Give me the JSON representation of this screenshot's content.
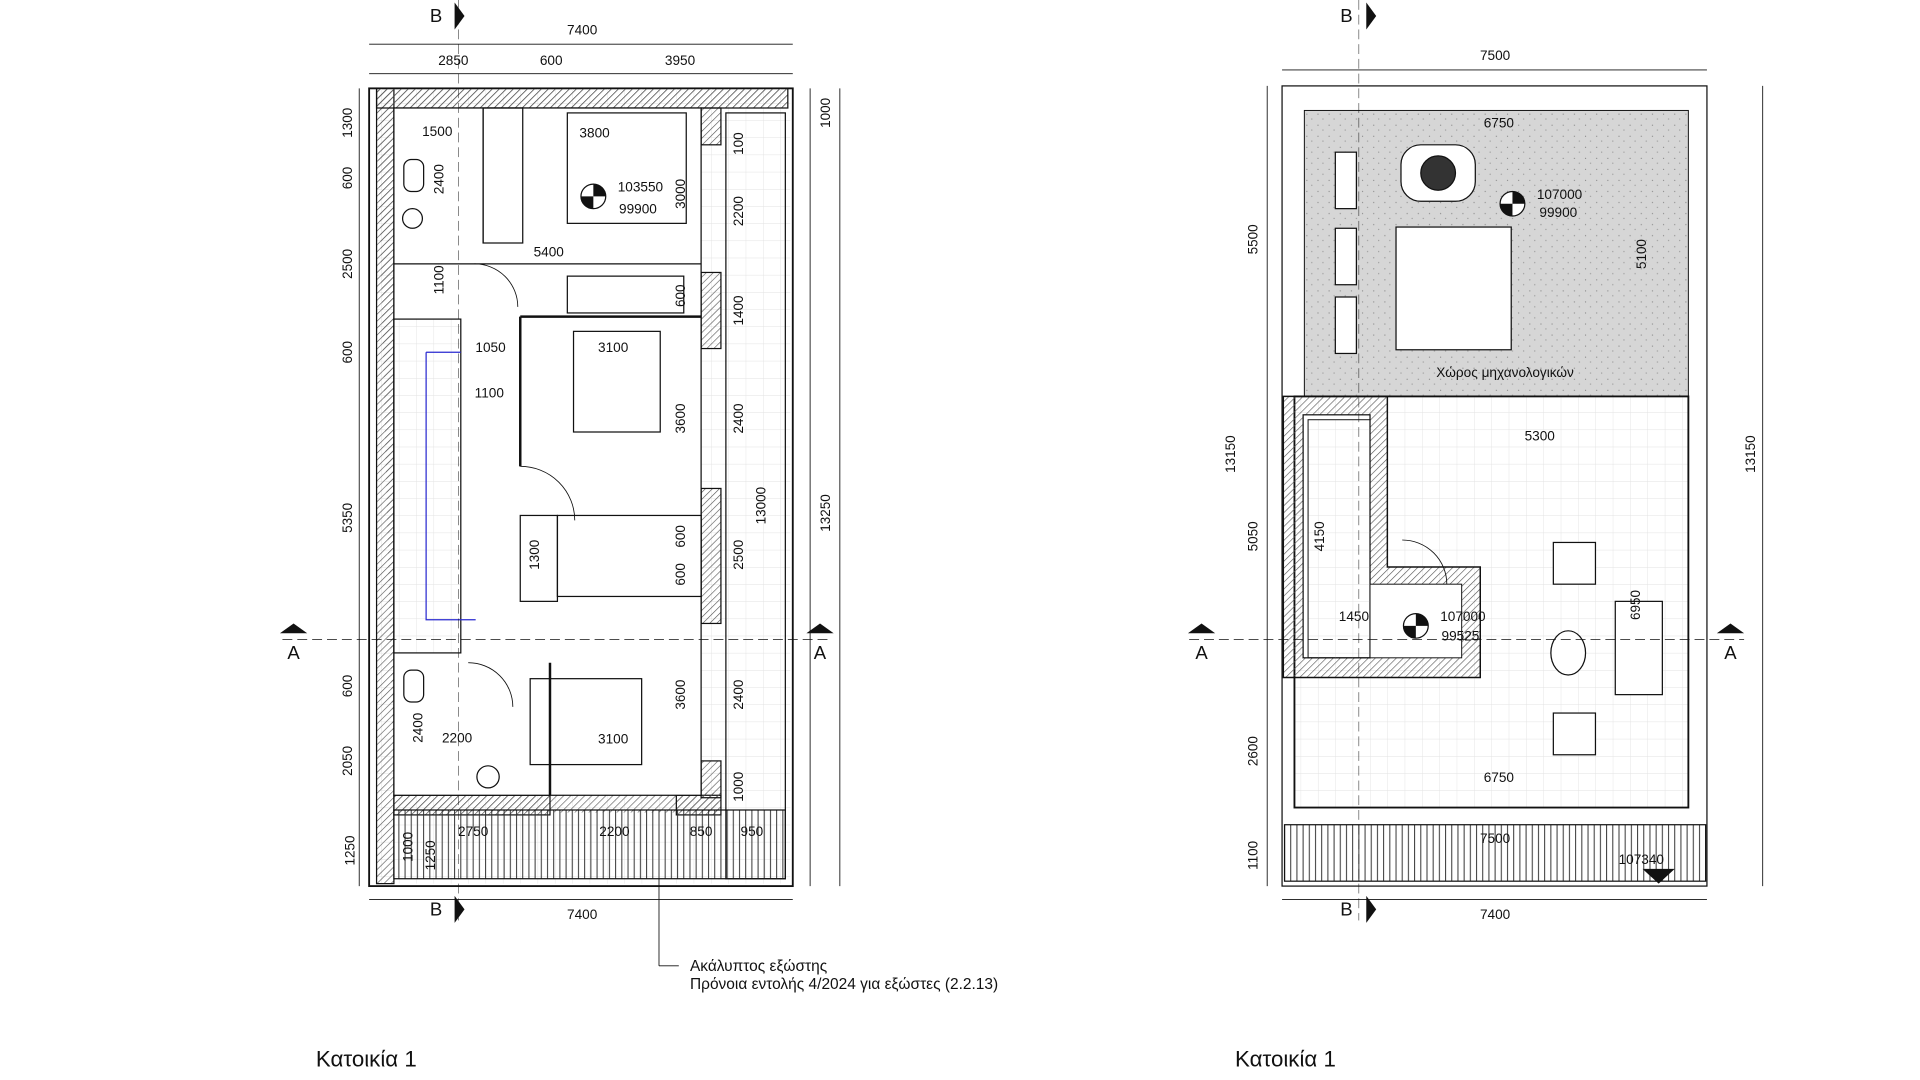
{
  "titles": {
    "left": "Κατοικία 1",
    "right": "Κατοικία 1"
  },
  "notes": {
    "line1": "Ακάλυπτος εξώστης",
    "line2": "Πρόνοια εντολής 4/2024 για εξώστες (2.2.13)"
  },
  "sections": {
    "a": "A",
    "b": "B"
  },
  "room_labels": {
    "mechanical": "Χώρος μηχανολογικών"
  },
  "left_dims": [
    "7400",
    "2850",
    "600",
    "3950",
    "1300",
    "600",
    "2500",
    "600",
    "5350",
    "600",
    "2050",
    "1250",
    "1500",
    "2400",
    "3800",
    "103550",
    "99900",
    "3000",
    "5400",
    "1100",
    "600",
    "1050",
    "3100",
    "1100",
    "3600",
    "1300",
    "600",
    "600",
    "3600",
    "2400",
    "2200",
    "3100",
    "100",
    "2200",
    "1400",
    "2400",
    "13000",
    "2500",
    "2400",
    "1000",
    "1000",
    "13250",
    "2750",
    "2200",
    "850",
    "950",
    "1000",
    "1250",
    "7400"
  ],
  "right_dims": [
    "7500",
    "6750",
    "107000",
    "99900",
    "5100",
    "5500",
    "13150",
    "13150",
    "5300",
    "5050",
    "4150",
    "1450",
    "107000",
    "99525",
    "6950",
    "2600",
    "6750",
    "7500",
    "107340",
    "1100",
    "7400"
  ],
  "colors": {
    "line": "#111111",
    "roof": "#d9d9d9",
    "stair_arrow": "#2a2ad0"
  }
}
